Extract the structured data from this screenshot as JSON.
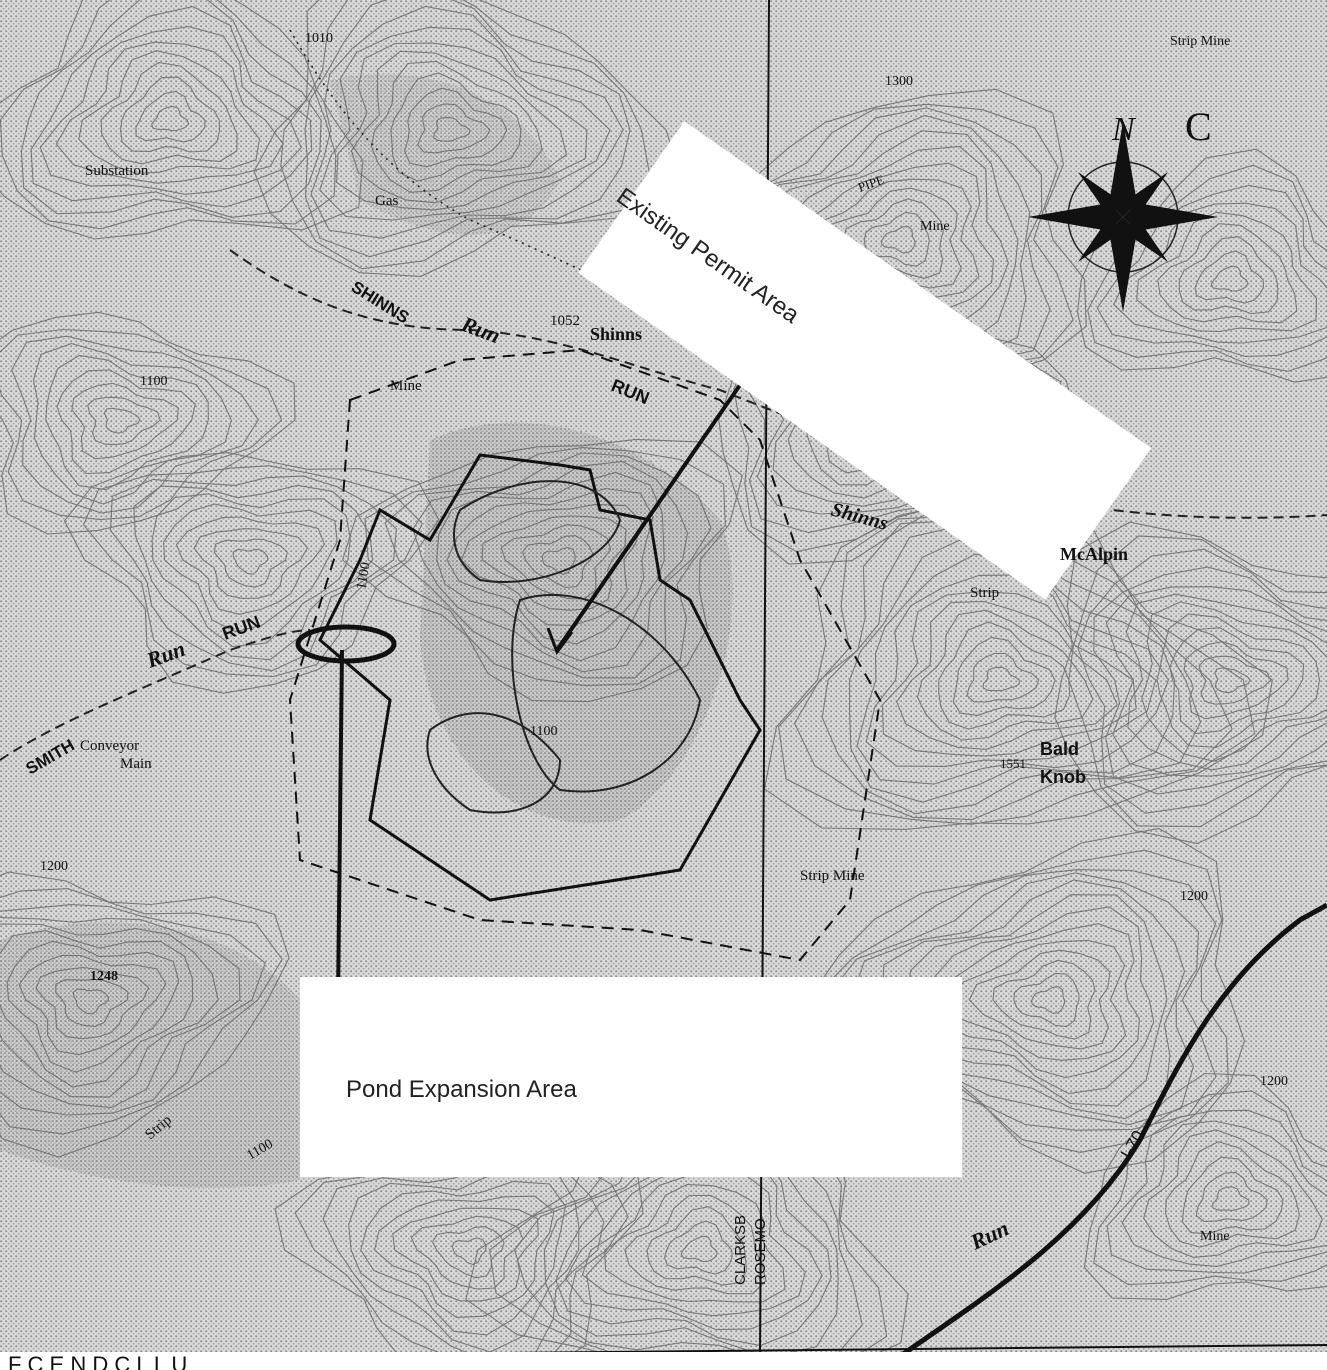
{
  "callouts": {
    "existing_permit": "Existing Permit Area",
    "pond_expansion": "Pond Expansion Area"
  },
  "map_labels": {
    "substation": "Substation",
    "gas": "Gas",
    "shinns_run_1": "SHINNS",
    "run_1": "Run",
    "elev_1052": "1052",
    "shinns_town": "Shinns",
    "run_caps": "RUN",
    "mine_1": "Mine",
    "elev_1100_a": "1100",
    "elev_1100_b": "1100",
    "elev_1100_c": "1100",
    "elev_1100_d": "1100",
    "elev_1200_a": "1200",
    "elev_1200_b": "1200",
    "elev_1300": "1300",
    "elev_1010": "1010",
    "smith": "SMITH",
    "run_smith_caps": "RUN",
    "run_smith_italic": "Run",
    "conveyor": "Conveyor",
    "main": "Main",
    "shinns_italic": "Shinns",
    "mcalpin": "McAlpin",
    "strip": "Strip",
    "strip_mine_top": "Strip Mine",
    "strip_mine_mid": "Strip Mine",
    "bald": "Bald",
    "knob": "Knob",
    "elev_1551": "1551",
    "pipe": "PIPE",
    "mine_2": "Mine",
    "i70": "I-70",
    "run_lower": "Run",
    "clarksb": "CLARKSB",
    "rosemo": "ROSEMO",
    "mine_3": "Mine",
    "strip_lower": "Strip",
    "elev_1248": "1248",
    "elev_1200_c": "1200",
    "c_letter": "C",
    "compass_n": "N",
    "footer": "F  C  E  N  D                                           C  L  L  U  "
  },
  "colors": {
    "ink": "#111111",
    "paper": "#ffffff",
    "contour": "#6a6a6a",
    "stipple": "#9a9a9a"
  },
  "icons": [
    "compass-rose-icon"
  ]
}
